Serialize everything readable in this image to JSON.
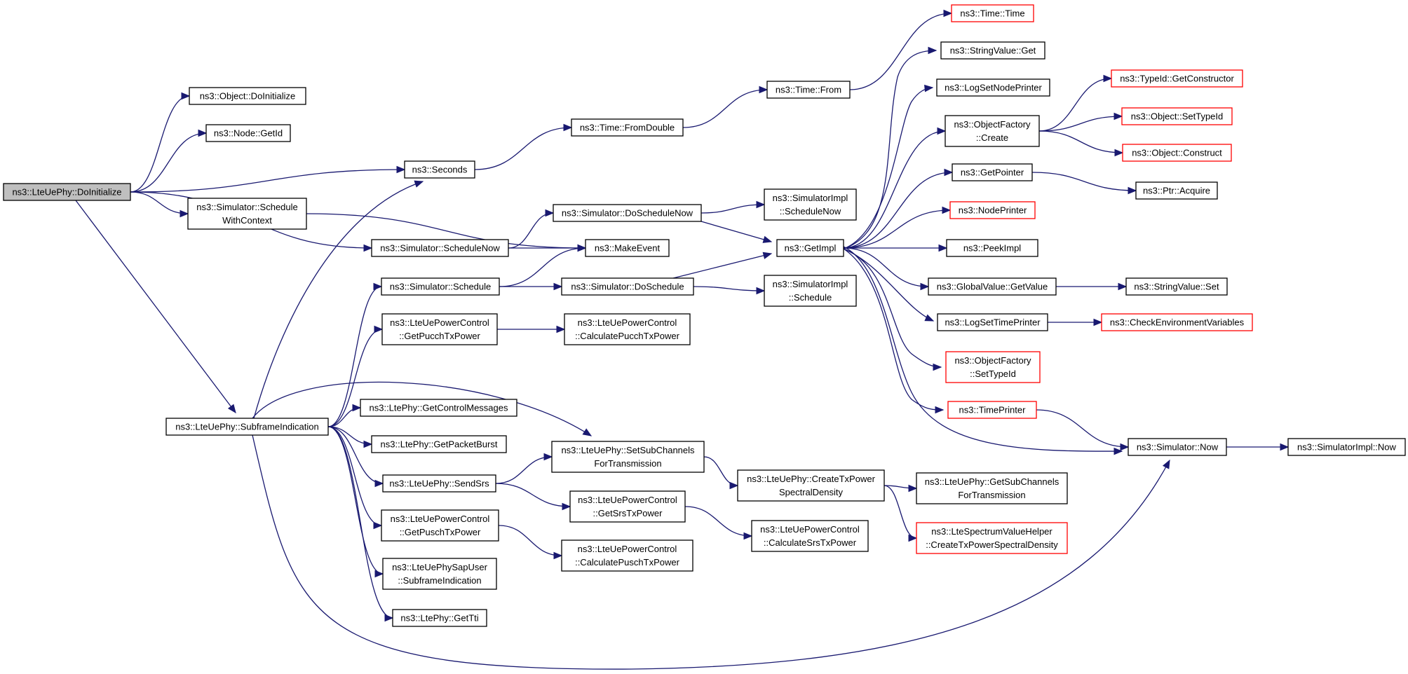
{
  "graph": {
    "colors": {
      "edge": "#191970",
      "root_fill": "#bfbfbf",
      "node_fill": "#ffffff",
      "node_border": "#000000",
      "truncated_border": "#ff0000"
    },
    "nodes": [
      {
        "id": "n1",
        "lines": [
          "ns3::LteUePhy::DoInitialize"
        ],
        "style": "root"
      },
      {
        "id": "n2",
        "lines": [
          "ns3::Object::DoInitialize"
        ],
        "style": "normal"
      },
      {
        "id": "n3",
        "lines": [
          "ns3::Node::GetId"
        ],
        "style": "normal"
      },
      {
        "id": "n4",
        "lines": [
          "ns3::Seconds"
        ],
        "style": "normal"
      },
      {
        "id": "n5",
        "lines": [
          "ns3::Simulator::Schedule",
          "WithContext"
        ],
        "style": "normal"
      },
      {
        "id": "n6",
        "lines": [
          "ns3::Simulator::ScheduleNow"
        ],
        "style": "normal"
      },
      {
        "id": "n7",
        "lines": [
          "ns3::LteUePhy::SubframeIndication"
        ],
        "style": "normal"
      },
      {
        "id": "n8",
        "lines": [
          "ns3::Time::FromDouble"
        ],
        "style": "normal"
      },
      {
        "id": "n9",
        "lines": [
          "ns3::Time::From"
        ],
        "style": "normal"
      },
      {
        "id": "n10",
        "lines": [
          "ns3::Time::Time"
        ],
        "style": "truncated"
      },
      {
        "id": "n11",
        "lines": [
          "ns3::MakeEvent"
        ],
        "style": "normal"
      },
      {
        "id": "n12",
        "lines": [
          "ns3::Simulator::DoScheduleNow"
        ],
        "style": "normal"
      },
      {
        "id": "n13",
        "lines": [
          "ns3::SimulatorImpl",
          "::ScheduleNow"
        ],
        "style": "normal"
      },
      {
        "id": "n14",
        "lines": [
          "ns3::GetImpl"
        ],
        "style": "normal"
      },
      {
        "id": "n15",
        "lines": [
          "ns3::Simulator::Schedule"
        ],
        "style": "normal"
      },
      {
        "id": "n16",
        "lines": [
          "ns3::Simulator::DoSchedule"
        ],
        "style": "normal"
      },
      {
        "id": "n17",
        "lines": [
          "ns3::SimulatorImpl",
          "::Schedule"
        ],
        "style": "normal"
      },
      {
        "id": "n18",
        "lines": [
          "ns3::LteUePowerControl",
          "::GetPucchTxPower"
        ],
        "style": "normal"
      },
      {
        "id": "n19",
        "lines": [
          "ns3::LteUePowerControl",
          "::CalculatePucchTxPower"
        ],
        "style": "normal"
      },
      {
        "id": "n20",
        "lines": [
          "ns3::LtePhy::GetControlMessages"
        ],
        "style": "normal"
      },
      {
        "id": "n21",
        "lines": [
          "ns3::LtePhy::GetPacketBurst"
        ],
        "style": "normal"
      },
      {
        "id": "n22",
        "lines": [
          "ns3::LteUePhy::SetSubChannels",
          "ForTransmission"
        ],
        "style": "normal"
      },
      {
        "id": "n23",
        "lines": [
          "ns3::LteUePhy::SendSrs"
        ],
        "style": "normal"
      },
      {
        "id": "n24",
        "lines": [
          "ns3::LteUePowerControl",
          "::GetSrsTxPower"
        ],
        "style": "normal"
      },
      {
        "id": "n25",
        "lines": [
          "ns3::LteUePowerControl",
          "::GetPuschTxPower"
        ],
        "style": "normal"
      },
      {
        "id": "n26",
        "lines": [
          "ns3::LteUePowerControl",
          "::CalculatePuschTxPower"
        ],
        "style": "normal"
      },
      {
        "id": "n27",
        "lines": [
          "ns3::LteUePhySapUser",
          "::SubframeIndication"
        ],
        "style": "normal"
      },
      {
        "id": "n28",
        "lines": [
          "ns3::LtePhy::GetTti"
        ],
        "style": "normal"
      },
      {
        "id": "n29",
        "lines": [
          "ns3::LteUePhy::CreateTxPower",
          "SpectralDensity"
        ],
        "style": "normal"
      },
      {
        "id": "n30",
        "lines": [
          "ns3::LteUePowerControl",
          "::CalculateSrsTxPower"
        ],
        "style": "normal"
      },
      {
        "id": "n31",
        "lines": [
          "ns3::StringValue::Get"
        ],
        "style": "normal"
      },
      {
        "id": "n32",
        "lines": [
          "ns3::LogSetNodePrinter"
        ],
        "style": "normal"
      },
      {
        "id": "n33",
        "lines": [
          "ns3::ObjectFactory",
          "::Create"
        ],
        "style": "normal"
      },
      {
        "id": "n34",
        "lines": [
          "ns3::GetPointer"
        ],
        "style": "normal"
      },
      {
        "id": "n35",
        "lines": [
          "ns3::NodePrinter"
        ],
        "style": "truncated"
      },
      {
        "id": "n36",
        "lines": [
          "ns3::PeekImpl"
        ],
        "style": "normal"
      },
      {
        "id": "n37",
        "lines": [
          "ns3::GlobalValue::GetValue"
        ],
        "style": "normal"
      },
      {
        "id": "n38",
        "lines": [
          "ns3::LogSetTimePrinter"
        ],
        "style": "normal"
      },
      {
        "id": "n39",
        "lines": [
          "ns3::ObjectFactory",
          "::SetTypeId"
        ],
        "style": "truncated"
      },
      {
        "id": "n40",
        "lines": [
          "ns3::TimePrinter"
        ],
        "style": "truncated"
      },
      {
        "id": "n41",
        "lines": [
          "ns3::Simulator::Now"
        ],
        "style": "normal"
      },
      {
        "id": "n42",
        "lines": [
          "ns3::LteUePhy::GetSubChannels",
          "ForTransmission"
        ],
        "style": "normal"
      },
      {
        "id": "n43",
        "lines": [
          "ns3::LteSpectrumValueHelper",
          "::CreateTxPowerSpectralDensity"
        ],
        "style": "truncated"
      },
      {
        "id": "n44",
        "lines": [
          "ns3::TypeId::GetConstructor"
        ],
        "style": "truncated"
      },
      {
        "id": "n45",
        "lines": [
          "ns3::Object::SetTypeId"
        ],
        "style": "truncated"
      },
      {
        "id": "n46",
        "lines": [
          "ns3::Object::Construct"
        ],
        "style": "truncated"
      },
      {
        "id": "n47",
        "lines": [
          "ns3::Ptr::Acquire"
        ],
        "style": "normal"
      },
      {
        "id": "n48",
        "lines": [
          "ns3::StringValue::Set"
        ],
        "style": "normal"
      },
      {
        "id": "n49",
        "lines": [
          "ns3::CheckEnvironmentVariables"
        ],
        "style": "truncated"
      },
      {
        "id": "n50",
        "lines": [
          "ns3::SimulatorImpl::Now"
        ],
        "style": "normal"
      }
    ],
    "edges": [
      [
        "n1",
        "n2"
      ],
      [
        "n1",
        "n3"
      ],
      [
        "n1",
        "n4"
      ],
      [
        "n1",
        "n5"
      ],
      [
        "n1",
        "n6"
      ],
      [
        "n1",
        "n7"
      ],
      [
        "n4",
        "n8"
      ],
      [
        "n8",
        "n9"
      ],
      [
        "n9",
        "n10"
      ],
      [
        "n5",
        "n11"
      ],
      [
        "n6",
        "n11"
      ],
      [
        "n6",
        "n12"
      ],
      [
        "n12",
        "n13"
      ],
      [
        "n12",
        "n14"
      ],
      [
        "n7",
        "n4"
      ],
      [
        "n7",
        "n15"
      ],
      [
        "n7",
        "n18"
      ],
      [
        "n7",
        "n20"
      ],
      [
        "n7",
        "n21"
      ],
      [
        "n7",
        "n22"
      ],
      [
        "n7",
        "n23"
      ],
      [
        "n7",
        "n25"
      ],
      [
        "n7",
        "n27"
      ],
      [
        "n7",
        "n28"
      ],
      [
        "n7",
        "n41"
      ],
      [
        "n15",
        "n11"
      ],
      [
        "n15",
        "n16"
      ],
      [
        "n16",
        "n17"
      ],
      [
        "n16",
        "n14"
      ],
      [
        "n18",
        "n19"
      ],
      [
        "n23",
        "n22"
      ],
      [
        "n23",
        "n24"
      ],
      [
        "n24",
        "n30"
      ],
      [
        "n25",
        "n26"
      ],
      [
        "n22",
        "n29"
      ],
      [
        "n29",
        "n42"
      ],
      [
        "n29",
        "n43"
      ],
      [
        "n14",
        "n31"
      ],
      [
        "n14",
        "n32"
      ],
      [
        "n14",
        "n33"
      ],
      [
        "n14",
        "n34"
      ],
      [
        "n14",
        "n35"
      ],
      [
        "n14",
        "n36"
      ],
      [
        "n14",
        "n37"
      ],
      [
        "n14",
        "n38"
      ],
      [
        "n14",
        "n39"
      ],
      [
        "n14",
        "n40"
      ],
      [
        "n14",
        "n41"
      ],
      [
        "n33",
        "n44"
      ],
      [
        "n33",
        "n45"
      ],
      [
        "n33",
        "n46"
      ],
      [
        "n34",
        "n47"
      ],
      [
        "n37",
        "n48"
      ],
      [
        "n38",
        "n49"
      ],
      [
        "n40",
        "n41"
      ],
      [
        "n41",
        "n50"
      ]
    ]
  }
}
